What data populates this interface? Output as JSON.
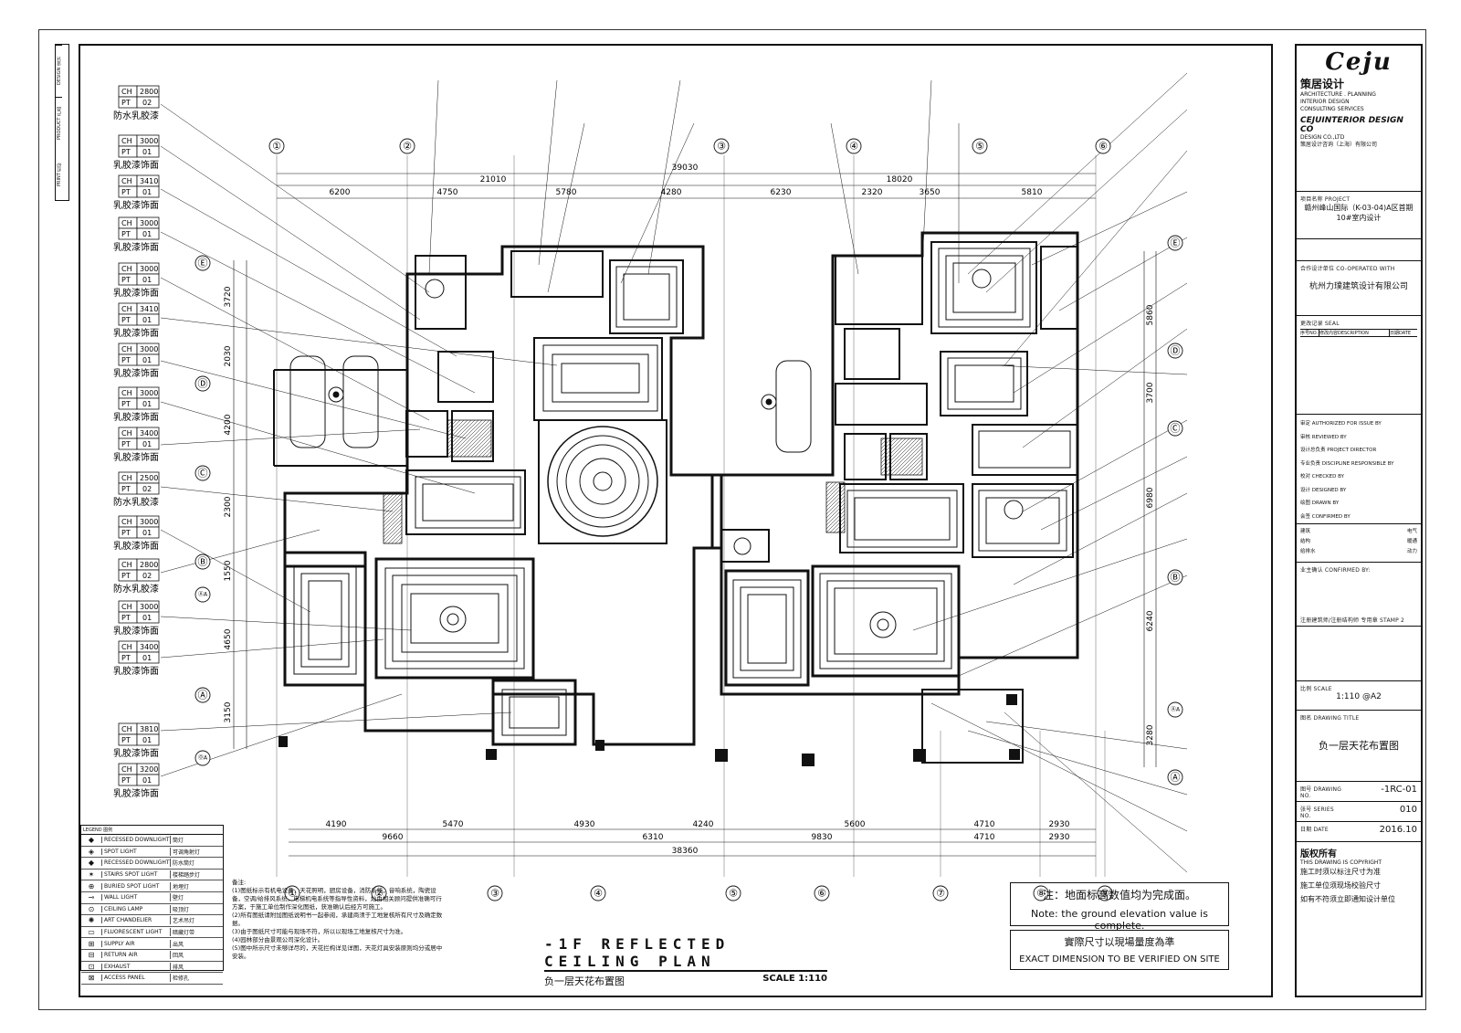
{
  "sheet": {
    "plan_title_en": "-1F REFLECTED CEILING PLAN",
    "plan_title_cn": "负一层天花布置图",
    "scale_label": "SCALE 1:110",
    "note_cn": "注：地面标高数值均为完成面。",
    "note_en": "Note: the ground elevation value is complete.",
    "verify_cn": "實際尺寸以現場量度為準",
    "verify_en": "EXACT DIMENSION TO BE VERIFIED ON SITE"
  },
  "title_block": {
    "logo": "Ceju",
    "company_cn": "策居设计",
    "company_en": "CEJUINTERIOR DESIGN CO",
    "services": [
      "ARCHITECTURE . PLANNING",
      "INTERIOR DESIGN",
      "CONSULTING SERVICES"
    ],
    "company_sub": "DESIGN CO.,LTD",
    "company_sub_cn": "策居设计咨询（上海）有限公司",
    "project_label": "项目名称 PROJECT",
    "project_name": "赣州峰山国际（K-03-04)A区首期10#室内设计",
    "coop_label": "合作设计单位 CO-OPERATED WITH",
    "coop_name": "杭州力璞建筑设计有限公司",
    "revision_label": "更改记录 SEAL",
    "revision_cols": [
      "序号NO.",
      "修改内容DESCRIPTION",
      "日期DATE"
    ],
    "approval_rows": [
      "审定 AUTHORIZED FOR ISSUE BY",
      "审核 REVIEWED BY",
      "设计总负责 PROJECT DIRECTOR",
      "专业负责 DISCIPLINE RESPONSIBLE BY",
      "校对 CHECKED BY",
      "设计 DESIGNED BY",
      "绘图 DRAWN BY",
      "会签 CONFIRMED BY"
    ],
    "confirm_cells": [
      "建筑",
      "电气",
      "结构",
      "暖通",
      "给排水",
      "动力"
    ],
    "owner_label": "业主确认 CONFIRMED BY:",
    "stamp_label": "注册建筑师/注册结构师 专用章   STAMP 2",
    "scale_label": "比例 SCALE",
    "scale_value": "1:110 @A2",
    "drawing_title_label": "图名 DRAWING TITLE",
    "drawing_title": "负一层天花布置图",
    "drawing_no_label": "图号 DRAWING NO.",
    "drawing_no": "-1RC-01",
    "series_label": "张号 SERIES NO.",
    "series_no": "010",
    "date_label": "日期 DATE",
    "date_value": "2016.10",
    "copyright": "版权所有",
    "copyright_en": "THIS DRAWING IS COPYRIGHT",
    "notice1": "施工时须以标注尺寸为准",
    "notice2": "施工单位须现场校验尺寸",
    "notice3": "如有不符须立即通知设计单位"
  },
  "grid": {
    "cols": [
      "①",
      "②",
      "③",
      "④",
      "⑤",
      "⑥",
      "⑦",
      "⑧",
      "⑨"
    ],
    "rows": [
      "Ⓔ",
      "Ⓓ",
      "Ⓒ",
      "Ⓑ",
      "ⒶA",
      "Ⓐ",
      "ⓄA"
    ]
  },
  "dimensions": {
    "top_total": "39030",
    "top_sub": [
      "21010",
      "18020"
    ],
    "top": [
      "6200",
      "4750",
      "5780",
      "4280",
      "6230",
      "2320",
      "3650",
      "5810"
    ],
    "bottom": [
      "4190",
      "5470",
      "4930",
      "4240",
      "5600",
      "4710",
      "2930"
    ],
    "bottom_sub": [
      "9660",
      "6310",
      "9830",
      "4710",
      "2930"
    ],
    "bottom_total": "38360",
    "left": [
      "3720",
      "2030",
      "4200",
      "2300",
      "1550",
      "4650",
      "3150"
    ],
    "right": [
      "5860",
      "3700",
      "6980",
      "6240",
      "3280"
    ]
  },
  "ceiling_tags": [
    {
      "ch": "2800",
      "pt": "02",
      "mat": "防水乳胶漆"
    },
    {
      "ch": "3000",
      "pt": "01",
      "mat": "乳胶漆饰面"
    },
    {
      "ch": "3410",
      "pt": "01",
      "mat": "乳胶漆饰面"
    },
    {
      "ch": "3000",
      "pt": "01",
      "mat": "乳胶漆饰面"
    },
    {
      "ch": "3000",
      "pt": "01",
      "mat": "乳胶漆饰面"
    },
    {
      "ch": "3410",
      "pt": "01",
      "mat": "乳胶漆饰面"
    },
    {
      "ch": "3000",
      "pt": "01",
      "mat": "乳胶漆饰面"
    },
    {
      "ch": "3000",
      "pt": "01",
      "mat": "乳胶漆饰面"
    },
    {
      "ch": "3400",
      "pt": "01",
      "mat": "乳胶漆饰面"
    },
    {
      "ch": "2500",
      "pt": "02",
      "mat": "防水乳胶漆"
    },
    {
      "ch": "3000",
      "pt": "01",
      "mat": "乳胶漆饰面"
    },
    {
      "ch": "2800",
      "pt": "02",
      "mat": "防水乳胶漆"
    },
    {
      "ch": "3000",
      "pt": "01",
      "mat": "乳胶漆饰面"
    },
    {
      "ch": "3400",
      "pt": "01",
      "mat": "乳胶漆饰面"
    },
    {
      "ch": "3810",
      "pt": "01",
      "mat": "乳胶漆饰面"
    },
    {
      "ch": "3200",
      "pt": "01",
      "mat": "乳胶漆饰面"
    }
  ],
  "legend": {
    "header": "LEGEND 图例",
    "items": [
      {
        "sym": "◆",
        "en": "RECESSED DOWNLIGHT",
        "cn": "筒灯"
      },
      {
        "sym": "◈",
        "en": "SPOT LIGHT",
        "cn": "可调角射灯"
      },
      {
        "sym": "◆",
        "en": "RECESSED DOWNLIGHT",
        "cn": "防水筒灯"
      },
      {
        "sym": "✶",
        "en": "STAIRS SPOT LIGHT",
        "cn": "楼梯踏步灯"
      },
      {
        "sym": "⊕",
        "en": "BURIED SPOT LIGHT",
        "cn": "地埋灯"
      },
      {
        "sym": "⊸",
        "en": "WALL LIGHT",
        "cn": "壁灯"
      },
      {
        "sym": "⊙",
        "en": "CEILING LAMP",
        "cn": "吸顶灯"
      },
      {
        "sym": "✺",
        "en": "ART CHANDELIER",
        "cn": "艺术吊灯"
      },
      {
        "sym": "▭",
        "en": "FLUORESCENT LIGHT",
        "cn": "暗藏灯带"
      },
      {
        "sym": "⊞",
        "en": "SUPPLY AIR",
        "cn": "出风"
      },
      {
        "sym": "⊟",
        "en": "RETURN AIR",
        "cn": "回风"
      },
      {
        "sym": "⊡",
        "en": "EXHAUST",
        "cn": "排风"
      },
      {
        "sym": "⊠",
        "en": "ACCESS PANEL",
        "cn": "检修孔"
      }
    ]
  },
  "notes": {
    "heading": "备注:",
    "lines": [
      "(1)图纸标示有机电设备，天花照明，厨房设备，消防系统，音响系统，陶瓷设备，空调/给排风系统，电梯机电系统等指导性资料，灿由相关顾问提供准确可行方案，于施工单位制作深化图纸，获准确认后经方可施工。",
      "(2)所有图纸请附加图纸说明书一起参阅，承建商须于工地复核所有尺寸及确定数据。",
      "(3)由于图纸尺寸可能与现场不符，所以以现场工地复核尺寸为准。",
      "(4)园林部分由景观公司深化设计。",
      "(5)图中所示尺寸未够详尽的，天花拦构详见详图，天花灯具安装原则均分或居中安装。"
    ]
  },
  "left_strip": [
    "DESIGN 设计",
    "PRODUCT 产品",
    "PRINT 打印"
  ]
}
